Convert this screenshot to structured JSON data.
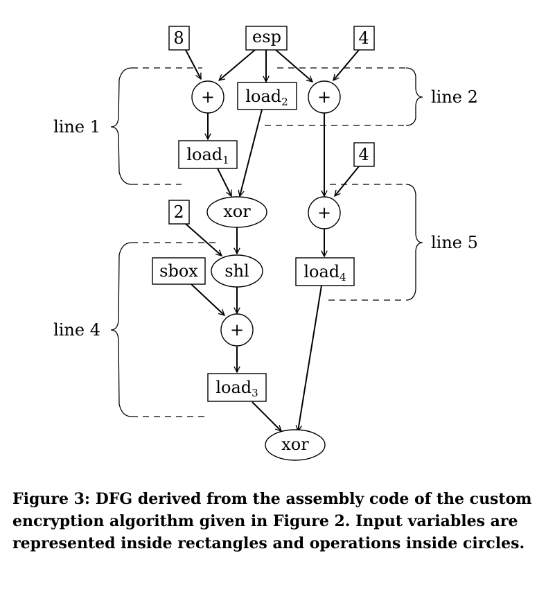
{
  "nodes": {
    "in8": {
      "label": "8"
    },
    "esp": {
      "label": "esp"
    },
    "in4a": {
      "label": "4"
    },
    "plus1": {
      "label": "+"
    },
    "load2": {
      "label": "load",
      "sub": "2"
    },
    "plus2": {
      "label": "+"
    },
    "load1": {
      "label": "load",
      "sub": "1"
    },
    "in4b": {
      "label": "4"
    },
    "xor1": {
      "label": "xor"
    },
    "plus3": {
      "label": "+"
    },
    "in2": {
      "label": "2"
    },
    "sbox": {
      "label": "sbox"
    },
    "shl": {
      "label": "shl"
    },
    "load4": {
      "label": "load",
      "sub": "4"
    },
    "plus4": {
      "label": "+"
    },
    "load3": {
      "label": "load",
      "sub": "3"
    },
    "xor2": {
      "label": "xor"
    }
  },
  "groups": {
    "line1": "line 1",
    "line2": "line 2",
    "line4": "line 4",
    "line5": "line 5"
  },
  "caption": "Figure 3: DFG derived from the assembly code of the custom encryption algorithm given in Figure 2. Input variables are represented inside rectangles and operations inside circles."
}
